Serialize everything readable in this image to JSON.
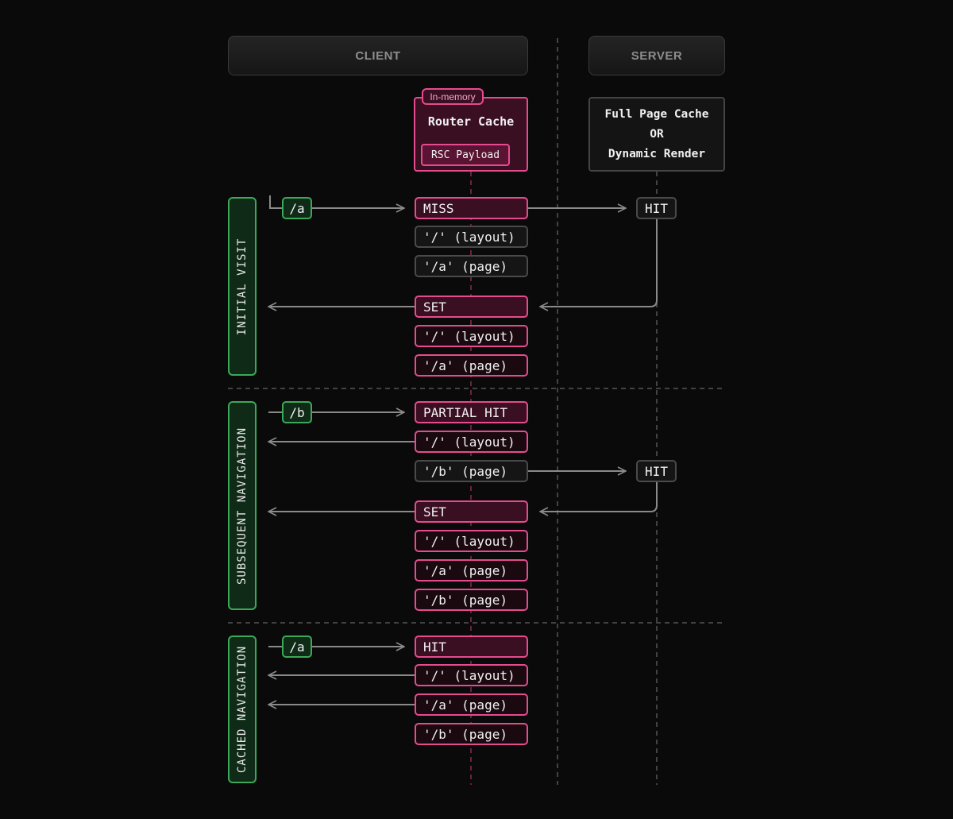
{
  "headers": {
    "client": "CLIENT",
    "server": "SERVER"
  },
  "router_cache": {
    "badge": "In-memory",
    "title": "Router Cache",
    "payload": "RSC Payload"
  },
  "server_box": {
    "line1": "Full Page Cache",
    "line2": "OR",
    "line3": "Dynamic Render"
  },
  "sections": {
    "initial": {
      "label": "INITIAL VISIT",
      "route": "/a",
      "miss": "MISS",
      "miss_items": [
        "'/' (layout)",
        "'/a' (page)"
      ],
      "server_hit": "HIT",
      "set": "SET",
      "set_items": [
        "'/' (layout)",
        "'/a' (page)"
      ]
    },
    "subsequent": {
      "label": "SUBSEQUENT NAVIGATION",
      "route": "/b",
      "partial": "PARTIAL HIT",
      "items": [
        "'/' (layout)",
        "'/b' (page)"
      ],
      "server_hit": "HIT",
      "set": "SET",
      "set_items": [
        "'/' (layout)",
        "'/a' (page)",
        "'/b' (page)"
      ]
    },
    "cached": {
      "label": "CACHED NAVIGATION",
      "route": "/a",
      "hit": "HIT",
      "items": [
        "'/' (layout)",
        "'/a' (page)",
        "'/b' (page)"
      ]
    }
  },
  "colors": {
    "background": "#0a0a0a",
    "pink": "#e64b8f",
    "green": "#3ca85a",
    "gray": "#4a4a4a",
    "arrow": "#8a8a8a"
  }
}
